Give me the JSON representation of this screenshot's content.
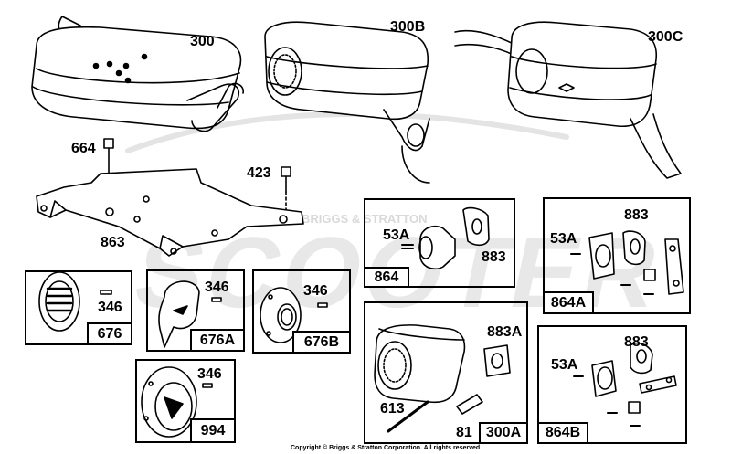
{
  "watermark": {
    "big_text": "SCOOTER",
    "small_text": "BRIGGS & STRATTON"
  },
  "copyright": "Copyright © Briggs & Stratton Corporation. All rights reserved",
  "parts": {
    "p300": "300",
    "p300b": "300B",
    "p300c": "300C",
    "p664": "664",
    "p423": "423",
    "p863": "863",
    "p346_676": "346",
    "p346_676a": "346",
    "p346_676b": "346",
    "p346_994": "346",
    "p53a_864": "53A",
    "p883_864": "883",
    "p53a_864a": "53A",
    "p883_864a": "883",
    "p883a": "883A",
    "p613": "613",
    "p81": "81",
    "p53a_864b": "53A",
    "p883_864b": "883"
  },
  "kits": {
    "k676": "676",
    "k676a": "676A",
    "k676b": "676B",
    "k994": "994",
    "k864": "864",
    "k864a": "864A",
    "k300a": "300A",
    "k864b": "864B"
  }
}
